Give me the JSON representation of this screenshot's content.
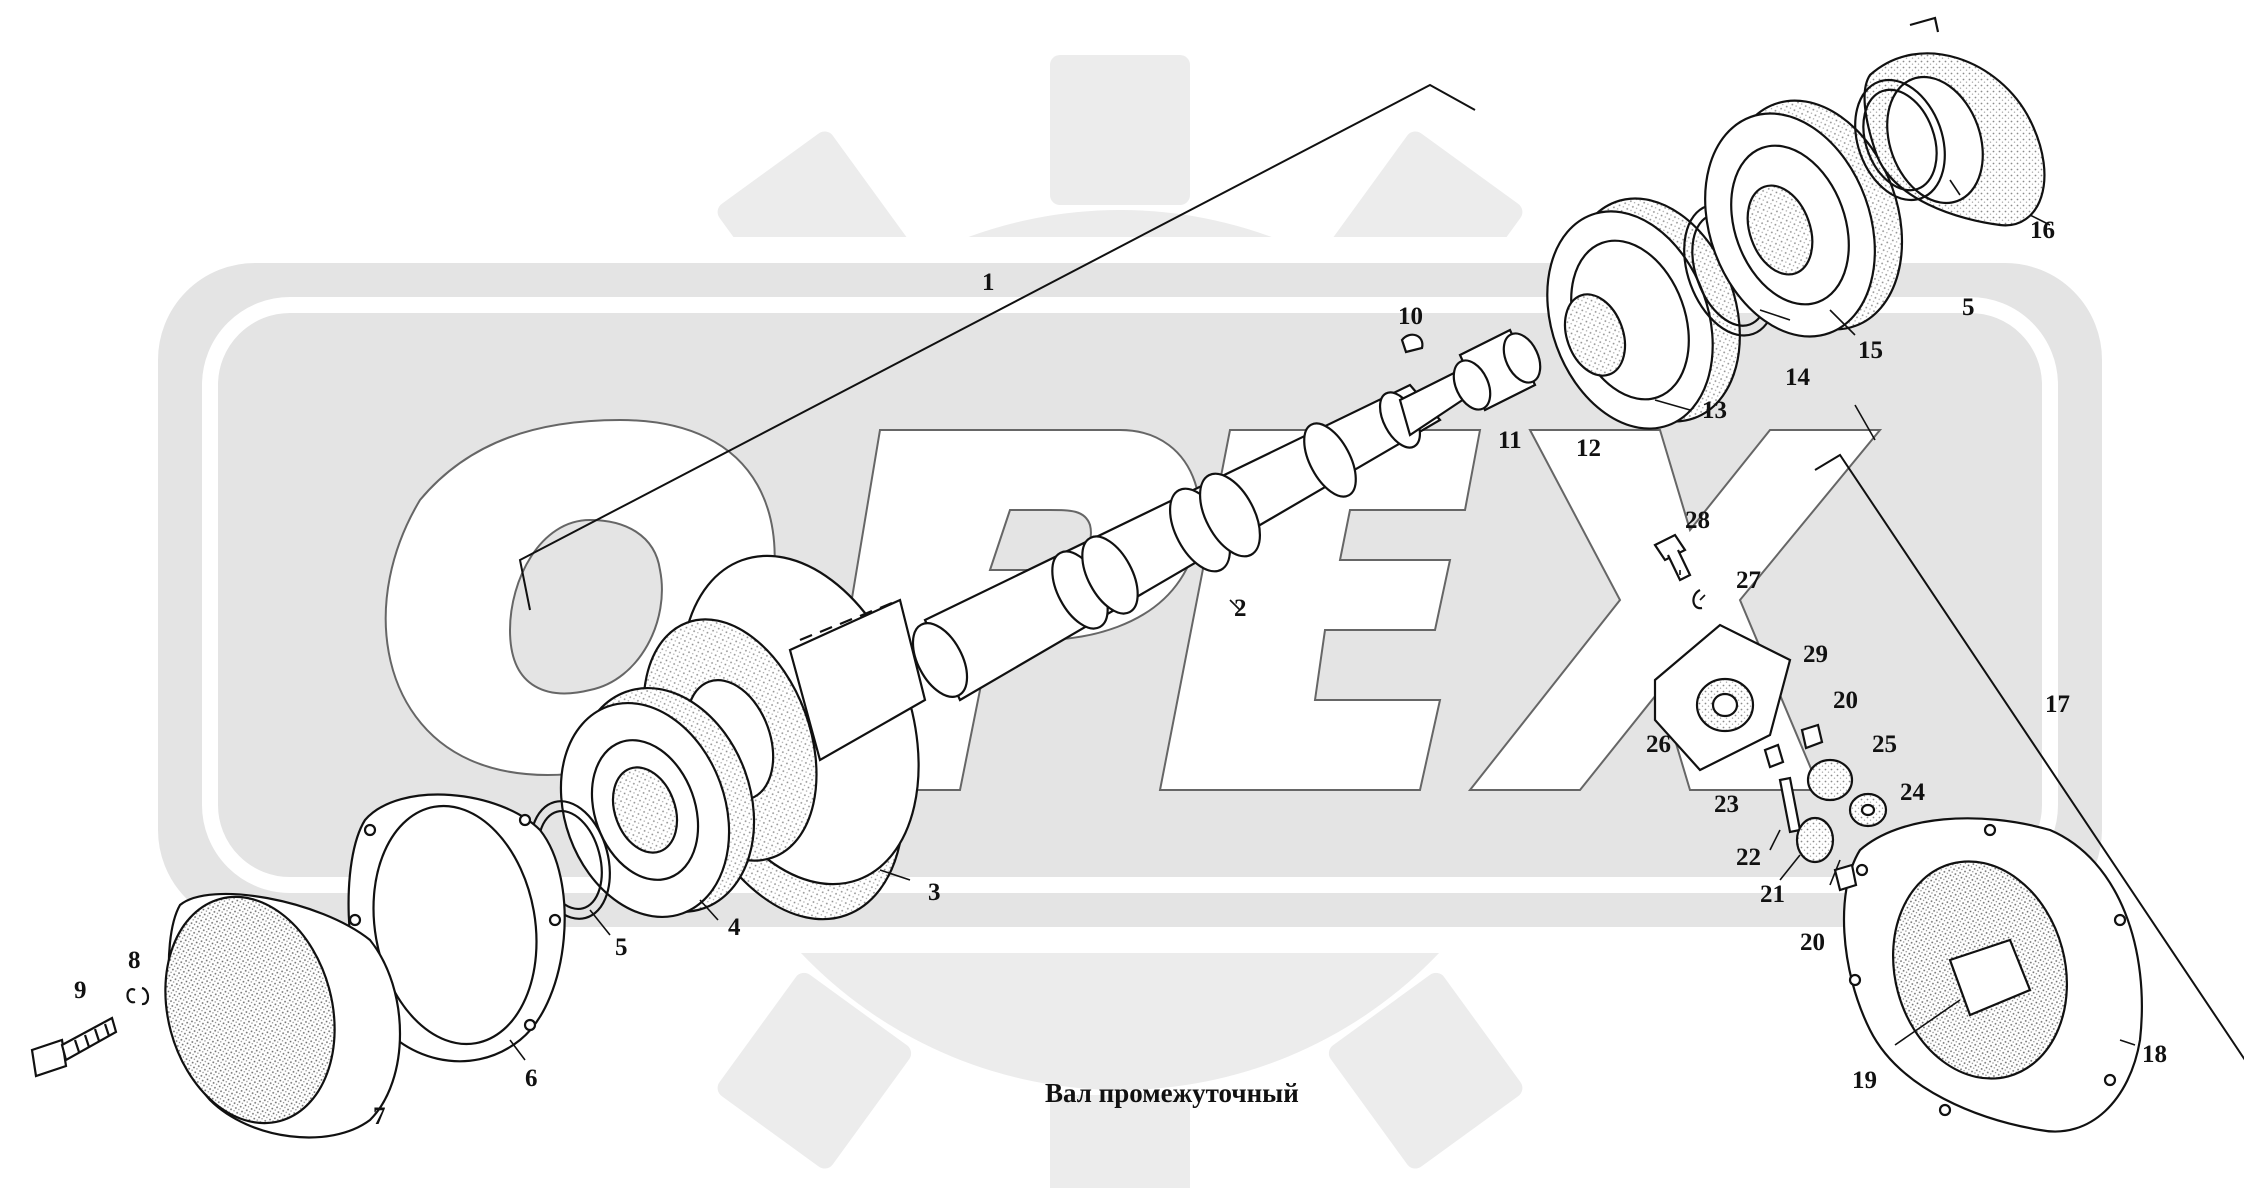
{
  "diagram": {
    "caption": "Вал промежуточный",
    "watermark_text": "OPEX",
    "colors": {
      "ink": "#111111",
      "watermark": "#e9e9e9",
      "stipple": "#9a9a9a"
    },
    "callouts": [
      {
        "id": "1",
        "text": "1"
      },
      {
        "id": "2",
        "text": "2"
      },
      {
        "id": "3",
        "text": "3"
      },
      {
        "id": "4",
        "text": "4"
      },
      {
        "id": "5a",
        "text": "5"
      },
      {
        "id": "5b",
        "text": "5"
      },
      {
        "id": "6",
        "text": "6"
      },
      {
        "id": "7",
        "text": "7"
      },
      {
        "id": "8",
        "text": "8"
      },
      {
        "id": "9",
        "text": "9"
      },
      {
        "id": "10",
        "text": "10"
      },
      {
        "id": "11",
        "text": "11"
      },
      {
        "id": "12",
        "text": "12"
      },
      {
        "id": "13",
        "text": "13"
      },
      {
        "id": "14",
        "text": "14"
      },
      {
        "id": "15",
        "text": "15"
      },
      {
        "id": "16",
        "text": "16"
      },
      {
        "id": "17",
        "text": "17"
      },
      {
        "id": "18",
        "text": "18"
      },
      {
        "id": "19",
        "text": "19"
      },
      {
        "id": "20a",
        "text": "20"
      },
      {
        "id": "20b",
        "text": "20"
      },
      {
        "id": "21",
        "text": "21"
      },
      {
        "id": "22",
        "text": "22"
      },
      {
        "id": "23",
        "text": "23"
      },
      {
        "id": "24",
        "text": "24"
      },
      {
        "id": "25",
        "text": "25"
      },
      {
        "id": "26",
        "text": "26"
      },
      {
        "id": "27",
        "text": "27"
      },
      {
        "id": "28",
        "text": "28"
      },
      {
        "id": "29",
        "text": "29"
      }
    ]
  }
}
